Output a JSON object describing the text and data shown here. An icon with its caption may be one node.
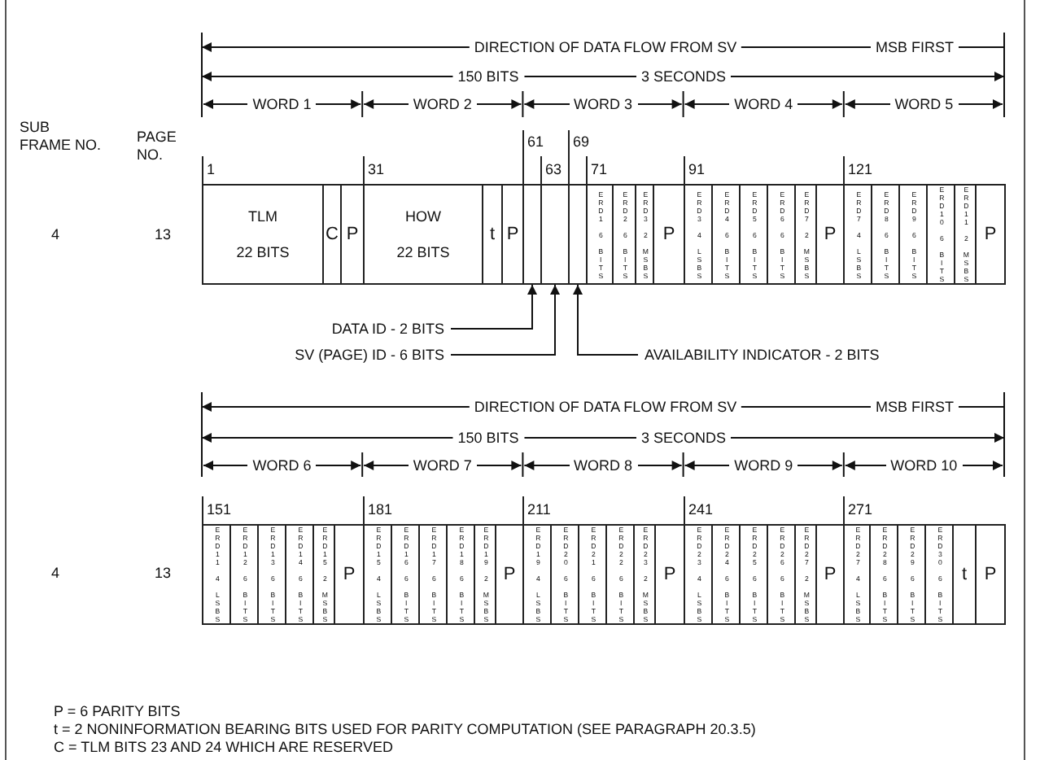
{
  "diagram": {
    "nodes": [
      {
        "text": [
          "TLM",
          "22 BITS"
        ],
        "beside": [
          "1"
        ]
      },
      {
        "text": [
          "C"
        ]
      },
      {
        "text": [
          "P"
        ]
      },
      {
        "text": [
          "HOW",
          "22 BITS"
        ],
        "beside": [
          "31"
        ]
      },
      {
        "text": [
          "t"
        ]
      },
      {
        "text": [
          "P"
        ]
      },
      {
        "text": [],
        "shape": "box",
        "beside": [
          "61"
        ]
      },
      {
        "text": [],
        "shape": "box",
        "beside": [
          "63"
        ]
      },
      {
        "text": [],
        "shape": "box",
        "beside": [
          "69"
        ]
      },
      {
        "text": [
          "ERD1 6 BITS"
        ],
        "beside": [
          "71"
        ]
      },
      {
        "text": [
          "ERD2 6 BITS"
        ]
      },
      {
        "text": [
          "ERD3 2 MSBS"
        ]
      },
      {
        "text": [
          "P"
        ]
      },
      {
        "text": [
          "ERD3 4 LSBS"
        ],
        "beside": [
          "91"
        ]
      },
      {
        "text": [
          "ERD4 6 BITS"
        ]
      },
      {
        "text": [
          "ERD5 6 BITS"
        ]
      },
      {
        "text": [
          "ERD6 6 BITS"
        ]
      },
      {
        "text": [
          "ERD7 2 MSBS"
        ]
      },
      {
        "text": [
          "P"
        ]
      },
      {
        "text": [
          "ERD7 4 LSBS"
        ],
        "beside": [
          "121"
        ]
      },
      {
        "text": [
          "ERD8 6 BITS"
        ]
      },
      {
        "text": [
          "ERD9 6 BITS"
        ]
      },
      {
        "text": [
          "ERD10 6 BITS"
        ]
      },
      {
        "text": [
          "ERD11 2 MSBS"
        ]
      },
      {
        "text": [
          "P"
        ]
      },
      {
        "text": [
          "DATA ID - 2 BITS"
        ]
      },
      {
        "text": [
          "SV (PAGE) ID - 6 BITS"
        ]
      },
      {
        "text": [
          "AVAILABILITY INDICATOR - 2 BITS"
        ]
      },
      {
        "text": [
          "ERD11 4 LSBS"
        ],
        "beside": [
          "151"
        ]
      },
      {
        "text": [
          "ERD12 6 BITS"
        ]
      },
      {
        "text": [
          "ERD13 6 BITS"
        ]
      },
      {
        "text": [
          "ERD14 6 BITS"
        ]
      },
      {
        "text": [
          "ERD15 2 MSBS"
        ]
      },
      {
        "text": [
          "P"
        ]
      },
      {
        "text": [
          "ERD15 4 LSBS"
        ],
        "beside": [
          "181"
        ]
      },
      {
        "text": [
          "ERD16 6 BITS"
        ]
      },
      {
        "text": [
          "ERD17 6 BITS"
        ]
      },
      {
        "text": [
          "ERD18 6 BITS"
        ]
      },
      {
        "text": [
          "ERD19 2 MSBS"
        ]
      },
      {
        "text": [
          "P"
        ]
      },
      {
        "text": [
          "ERD19 4 LSBS"
        ],
        "beside": [
          "211"
        ]
      },
      {
        "text": [
          "ERD20 6 BITS"
        ]
      },
      {
        "text": [
          "ERD21 6 BITS"
        ]
      },
      {
        "text": [
          "ERD22 6 BITS"
        ]
      },
      {
        "text": [
          "ERD23 2 MSBS"
        ]
      },
      {
        "text": [
          "P"
        ]
      },
      {
        "text": [
          "ERD23 4 LSBS"
        ],
        "beside": [
          "241"
        ]
      },
      {
        "text": [
          "ERD24 6 BITS"
        ]
      },
      {
        "text": [
          "ERD25 6 BITS"
        ]
      },
      {
        "text": [
          "ERD26 6 BITS"
        ]
      },
      {
        "text": [
          "ERD27 2 MSBS"
        ]
      },
      {
        "text": [
          "P"
        ]
      },
      {
        "text": [
          "ERD27 4 LSBS"
        ],
        "beside": [
          "271"
        ]
      },
      {
        "text": [
          "ERD28 6 BITS"
        ]
      },
      {
        "text": [
          "ERD29 6 BITS"
        ]
      },
      {
        "text": [
          "ERD30 6 BITS"
        ]
      },
      {
        "text": [
          "t"
        ]
      },
      {
        "text": [
          "P"
        ]
      }
    ],
    "edges": [
      {
        "from": 25,
        "to": 6,
        "arrow": "to"
      },
      {
        "from": 26,
        "to": 7,
        "arrow": "to"
      },
      {
        "from": 27,
        "to": 8,
        "arrow": "to"
      }
    ],
    "labels": [
      "SUB FRAME NO.",
      "PAGE NO.",
      "DIRECTION OF DATA FLOW FROM SV",
      "MSB FIRST",
      "150 BITS",
      "3 SECONDS",
      "WORD 1",
      "WORD 2",
      "WORD 3",
      "WORD 4",
      "WORD 5",
      "4",
      "13",
      "DIRECTION OF DATA FLOW FROM SV",
      "MSB FIRST",
      "150 BITS",
      "3 SECONDS",
      "WORD 6",
      "WORD 7",
      "WORD 8",
      "WORD 9",
      "WORD 10",
      "4",
      "13",
      "P = 6 PARITY BITS",
      "t = 2 NONINFORMATION BEARING BITS USED FOR PARITY COMPUTATION (SEE PARAGRAPH 20.3.5)",
      "C = TLM BITS 23 AND 24 WHICH ARE RESERVED"
    ]
  }
}
